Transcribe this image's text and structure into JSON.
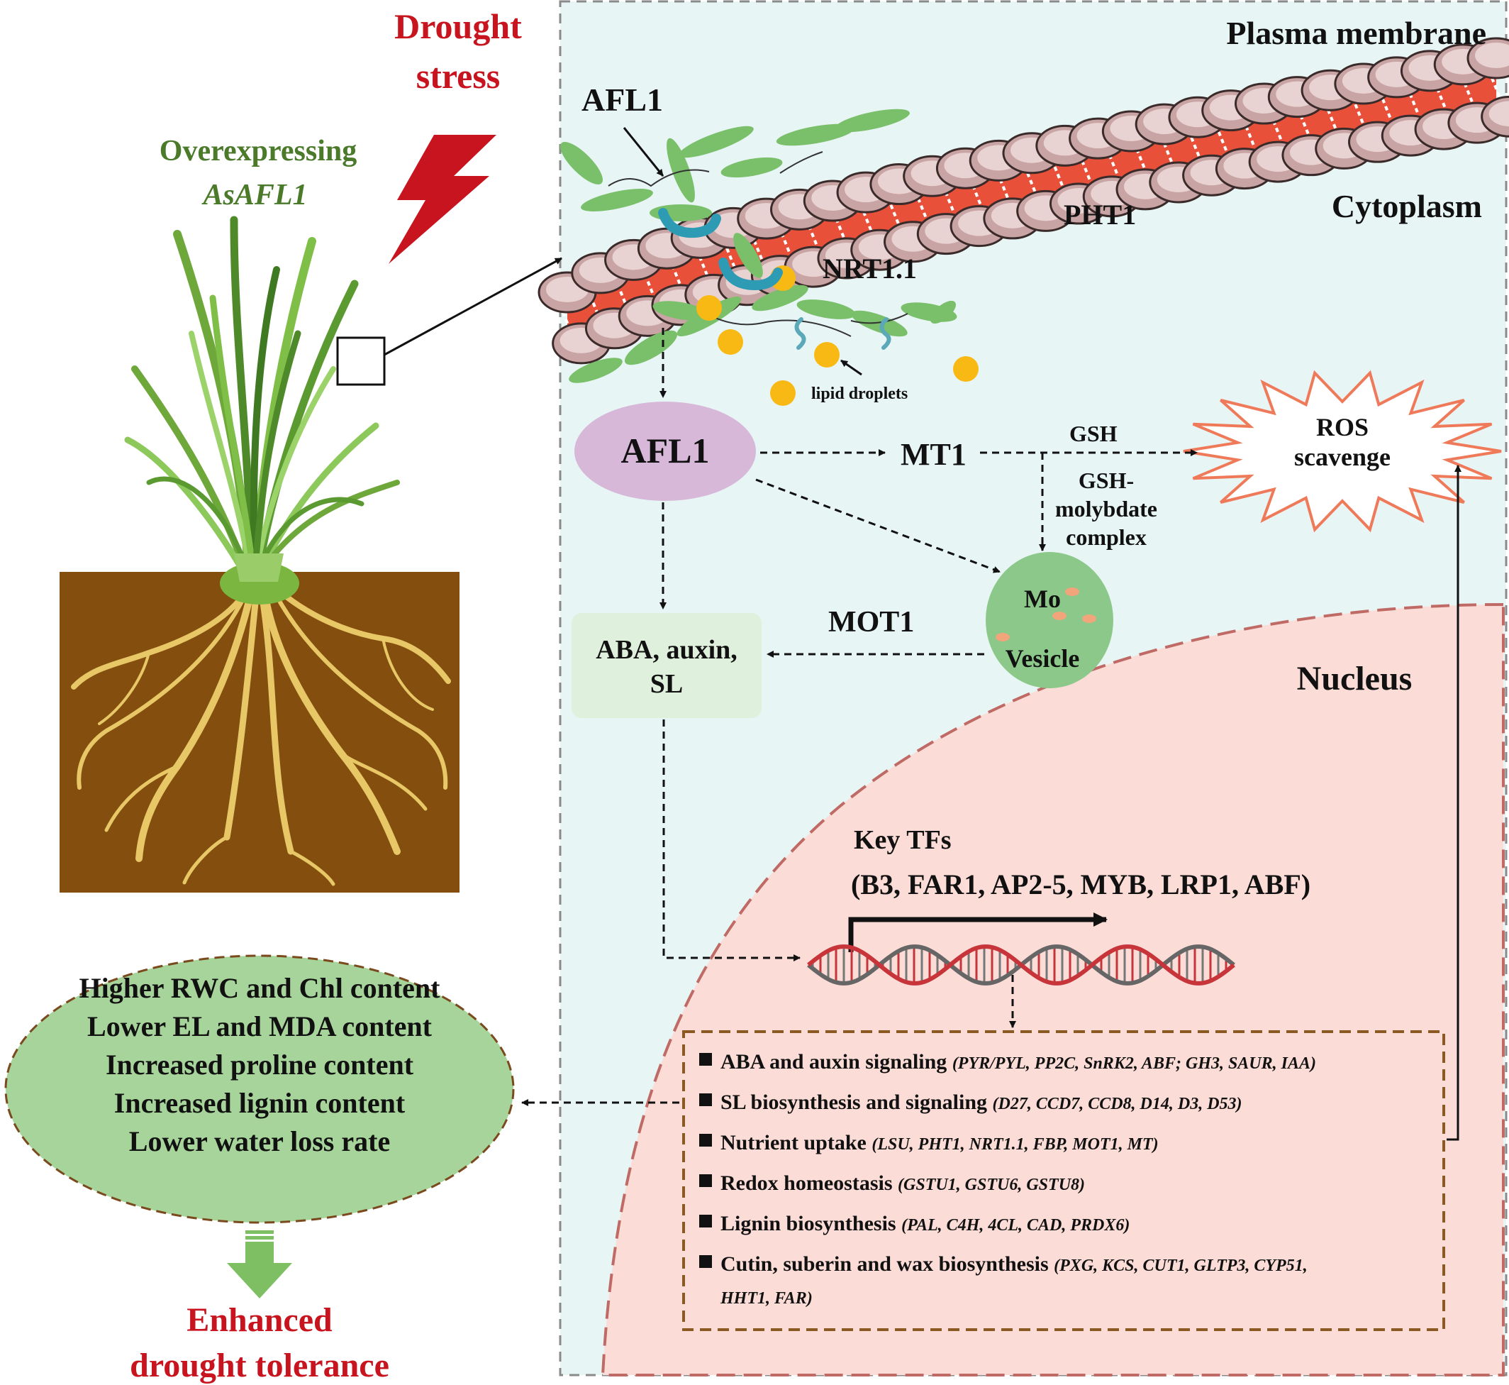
{
  "left_panel": {
    "drought_line1": "Drought",
    "drought_line2": "stress",
    "overexpressing_line1": "Overexpressing",
    "overexpressing_line2": "AsAFL1",
    "outcome_line1": "Enhanced",
    "outcome_line2": "drought tolerance"
  },
  "phenotypes": [
    "Higher RWC and Chl content",
    "Lower EL and MDA content",
    "Increased proline content",
    "Increased lignin content",
    "Lower water loss rate"
  ],
  "cell": {
    "plasma_membrane": "Plasma membrane",
    "cytoplasm": "Cytoplasm",
    "nucleus": "Nucleus",
    "afl1_membrane": "AFL1",
    "pht1": "PHT1",
    "nrt11": "NRT1.1",
    "lipid_droplets": "lipid droplets",
    "afl1_node": "AFL1",
    "mt1": "MT1",
    "gsh": "GSH",
    "gsh_complex_line1": "GSH-",
    "gsh_complex_line2": "molybdate",
    "gsh_complex_line3": "complex",
    "ros_line1": "ROS",
    "ros_line2": "scavenge",
    "mo": "Mo",
    "vesicle": "Vesicle",
    "mot1": "MOT1",
    "hormones_line1": "ABA, auxin,",
    "hormones_line2": "SL",
    "key_tfs": "Key TFs",
    "tf_list": "(B3, FAR1, AP2-5, MYB, LRP1, ABF)"
  },
  "gene_categories": [
    {
      "label": "ABA and auxin signaling",
      "genes": [
        "PYR/PYL",
        "PP2C",
        "SnRK2",
        "ABF",
        "GH3",
        "SAUR",
        "IAA"
      ],
      "display": "(PYR/PYL, PP2C, SnRK2, ABF; GH3, SAUR, IAA)"
    },
    {
      "label": "SL biosynthesis and signaling",
      "genes": [
        "D27",
        "CCD7",
        "CCD8",
        "D14",
        "D3",
        "D53"
      ],
      "display": "(D27, CCD7, CCD8, D14, D3, D53)"
    },
    {
      "label": "Nutrient uptake",
      "genes": [
        "LSU",
        "PHT1",
        "NRT1.1",
        "FBP",
        "MOT1",
        "MT"
      ],
      "display": "(LSU, PHT1, NRT1.1, FBP, MOT1, MT)"
    },
    {
      "label": "Redox homeostasis",
      "genes": [
        "GSTU1",
        "GSTU6",
        "GSTU8"
      ],
      "display": "(GSTU1, GSTU6, GSTU8)"
    },
    {
      "label": "Lignin biosynthesis",
      "genes": [
        "PAL",
        "C4H",
        "4CL",
        "CAD",
        "PRDX6"
      ],
      "display": "(PAL, C4H, 4CL, CAD, PRDX6)"
    },
    {
      "label": "Cutin, suberin and wax biosynthesis",
      "genes": [
        "PXG",
        "KCS",
        "CUT1",
        "GLTP3",
        "CYP51",
        "HHT1",
        "FAR"
      ],
      "display_line1": "(PXG, KCS, CUT1, GLTP3, CYP51,",
      "display_line2": "HHT1, FAR)"
    }
  ],
  "colors": {
    "drought_red": "#c8141e",
    "plant_green": "#4a7a2a",
    "soil_brown": "#834e0e",
    "root_yellow": "#e8c766",
    "cell_bg": "#e8f5f5",
    "nucleus_fill": "#fbdcd6",
    "nucleus_border": "#c06a66",
    "afl1_purple": "#d7b8d9",
    "vesicle_green": "#8cc88a",
    "hormone_box": "#dff0dc",
    "phenotype_green": "#a7d49a",
    "ros_outline": "#ef7a5a",
    "box_border": "#8a5a22",
    "membrane_red": "#e8503a",
    "lipid_head": "#c9a4a4"
  }
}
